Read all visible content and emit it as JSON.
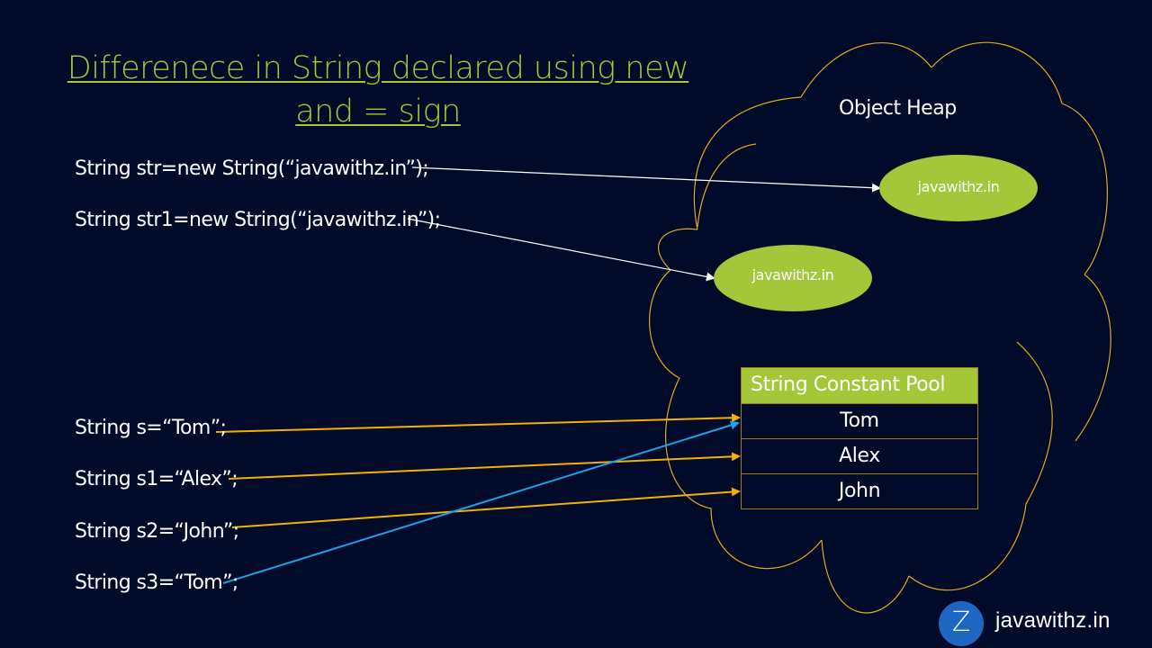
{
  "title": {
    "line1": "Differenece in String declared using new",
    "line2": "and = sign"
  },
  "code_lines": {
    "str": "String str=new String(“javawithz.in”);",
    "str1": "String str1=new String(“javawithz.in”);",
    "s": "String s=“Tom”;",
    "s1": "String s1=“Alex”;",
    "s2": "String s2=“John”;",
    "s3": "String s3=“Tom”;"
  },
  "heap": {
    "label": "Object Heap",
    "objects": [
      "javawithz.in",
      "javawithz.in"
    ]
  },
  "pool": {
    "header": "String Constant Pool",
    "rows": [
      "Tom",
      "Alex",
      "John"
    ]
  },
  "logo": {
    "letter": "Z",
    "text": "javawithz.in"
  },
  "colors": {
    "background": "#020a29",
    "accent_green": "#a4c639",
    "cloud_outline": "#e3a81c",
    "arrow_white": "#ffffff",
    "arrow_yellow": "#f2b000",
    "arrow_blue": "#1aa3e8",
    "logo_blue": "#1d66c2"
  }
}
